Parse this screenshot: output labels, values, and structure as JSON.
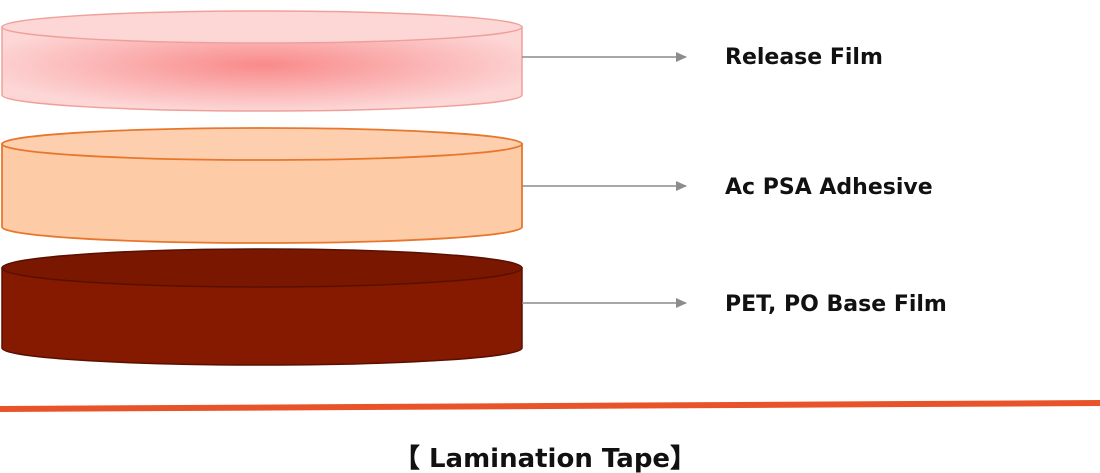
{
  "layers": [
    {
      "label": "Release Film",
      "colors": {
        "side": "#f9b0b0",
        "top": "#fdd6d6",
        "highlight": "#f98a8a",
        "stroke": "#f0a09a"
      }
    },
    {
      "label": "Ac PSA Adhesive",
      "colors": {
        "side": "#fdcba6",
        "top": "#fdcfae",
        "highlight": "#fdcba6",
        "stroke": "#e8772e"
      }
    },
    {
      "label": "PET, PO Base Film",
      "colors": {
        "side": "#861a00",
        "top": "#7a1700",
        "highlight": "#861a00",
        "stroke": "#5a1000"
      }
    }
  ],
  "caption": "【 Lamination Tape】",
  "colors": {
    "arrow": "#8c8c8c",
    "divider": "#e8532a"
  }
}
